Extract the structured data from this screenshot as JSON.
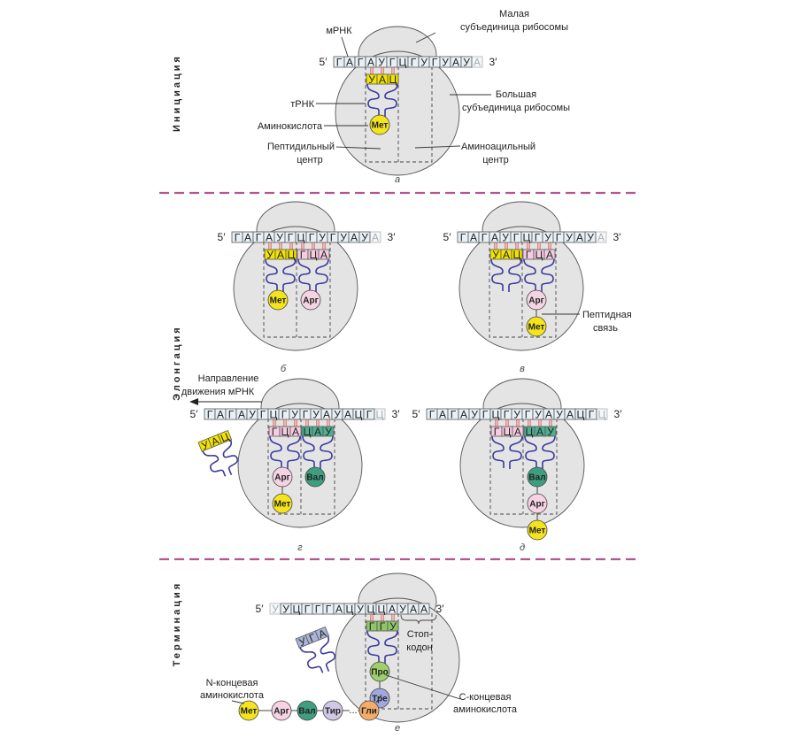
{
  "sections": {
    "initiation": "Инициация",
    "elongation": "Элонгация",
    "termination": "Терминация"
  },
  "colors": {
    "separator": "#b4558e",
    "ribosome": "#e4e4e4",
    "mrna_cell": "#e8f1f6",
    "trna": "#3a3aa0",
    "pairing": "#e05050",
    "aa": {
      "Мет": "#f4e41c",
      "Арг": "#f5d3e3",
      "Вал": "#3f9e80",
      "Тир": "#d0c8e6",
      "Гли": "#f4ac6a",
      "Про": "#9fcf6c",
      "Тре": "#9fa9de"
    },
    "anticodon": {
      "yellow": "#f2e400",
      "pink": "#f6cde0",
      "teal": "#4fae8f",
      "green": "#8ec66a",
      "blue": "#a9b5d8"
    }
  },
  "labels": {
    "mrna": "мРНК",
    "small_1": "Малая",
    "small_2": "субъединица рибосомы",
    "trna": "тРНК",
    "aminoacid": "Аминокислота",
    "large_1": "Большая",
    "large_2": "субъединица рибосомы",
    "p_1": "Пептидильный",
    "p_2": "центр",
    "a_1": "Аминоацильный",
    "a_2": "центр",
    "peptide_1": "Пептидная",
    "peptide_2": "связь",
    "direction_1": "Направление",
    "direction_2": "движения мРНК",
    "stop_1": "Стоп-",
    "stop_2": "кодон",
    "n_1": "N-концевая",
    "n_2": "аминокислота",
    "c_1": "С-концевая",
    "c_2": "аминокислота",
    "five": "5′",
    "three": "3′",
    "ellipsis": "..."
  },
  "panels": [
    {
      "id": "a",
      "sublabel": "а",
      "seq": [
        "Г",
        "А",
        "Г",
        "А",
        "У",
        "Г",
        "Ц",
        "Г",
        "У",
        "Г",
        "У",
        "А",
        "У",
        "А"
      ],
      "p_index": 3,
      "trnas": [
        {
          "site": "P",
          "anticodon": [
            "У",
            "А",
            "Ц"
          ],
          "color": "yellow",
          "chain": [
            "Мет"
          ]
        }
      ]
    },
    {
      "id": "b",
      "sublabel": "б",
      "seq": [
        "Г",
        "А",
        "Г",
        "А",
        "У",
        "Г",
        "Ц",
        "Г",
        "У",
        "Г",
        "У",
        "А",
        "У",
        "А"
      ],
      "p_index": 3,
      "trnas": [
        {
          "site": "P",
          "anticodon": [
            "У",
            "А",
            "Ц"
          ],
          "color": "yellow",
          "chain": [
            "Мет"
          ]
        },
        {
          "site": "A",
          "anticodon": [
            "Г",
            "Ц",
            "А"
          ],
          "color": "pink",
          "chain": [
            "Арг"
          ]
        }
      ]
    },
    {
      "id": "v",
      "sublabel": "в",
      "seq": [
        "Г",
        "А",
        "Г",
        "А",
        "У",
        "Г",
        "Ц",
        "Г",
        "У",
        "Г",
        "У",
        "А",
        "У",
        "А"
      ],
      "p_index": 3,
      "trnas": [
        {
          "site": "P",
          "anticodon": [
            "У",
            "А",
            "Ц"
          ],
          "color": "yellow",
          "chain": []
        },
        {
          "site": "A",
          "anticodon": [
            "Г",
            "Ц",
            "А"
          ],
          "color": "pink",
          "chain": [
            "Арг",
            "Мет"
          ]
        }
      ]
    },
    {
      "id": "g",
      "sublabel": "г",
      "seq": [
        "Г",
        "А",
        "Г",
        "А",
        "У",
        "Г",
        "Ц",
        "Г",
        "У",
        "Г",
        "У",
        "А",
        "У",
        "А",
        "Ц",
        "Г",
        "Ц"
      ],
      "p_index": 6,
      "trnas": [
        {
          "site": "P",
          "anticodon": [
            "Г",
            "Ц",
            "А"
          ],
          "color": "pink",
          "chain": [
            "Арг",
            "Мет"
          ]
        },
        {
          "site": "A",
          "anticodon": [
            "Ц",
            "А",
            "У"
          ],
          "color": "teal",
          "chain": [
            "Вал"
          ]
        }
      ],
      "ejected": {
        "anticodon": [
          "У",
          "А",
          "Ц"
        ],
        "color": "yellow"
      }
    },
    {
      "id": "d",
      "sublabel": "д",
      "seq": [
        "Г",
        "А",
        "Г",
        "А",
        "У",
        "Г",
        "Ц",
        "Г",
        "У",
        "Г",
        "У",
        "А",
        "У",
        "А",
        "Ц",
        "Г",
        "Ц"
      ],
      "p_index": 6,
      "trnas": [
        {
          "site": "P",
          "anticodon": [
            "Г",
            "Ц",
            "А"
          ],
          "color": "pink",
          "chain": []
        },
        {
          "site": "A",
          "anticodon": [
            "Ц",
            "А",
            "У"
          ],
          "color": "teal",
          "chain": [
            "Вал",
            "Арг",
            "Мет"
          ]
        }
      ]
    },
    {
      "id": "e",
      "sublabel": "е",
      "seq": [
        "У",
        "У",
        "Ц",
        "Г",
        "Г",
        "Г",
        "А",
        "Ц",
        "У",
        "Ц",
        "Ц",
        "А",
        "У",
        "А",
        "А"
      ],
      "p_index": 9,
      "trnas": [
        {
          "site": "P",
          "anticodon": [
            "Г",
            "Г",
            "У"
          ],
          "color": "green",
          "chain": [
            "Про",
            "Тре"
          ]
        }
      ],
      "ejected": {
        "anticodon": [
          "У",
          "Г",
          "А"
        ],
        "color": "blue"
      },
      "free_chain": [
        "Мет",
        "Арг",
        "Вал",
        "Тир",
        "Гли"
      ]
    }
  ]
}
